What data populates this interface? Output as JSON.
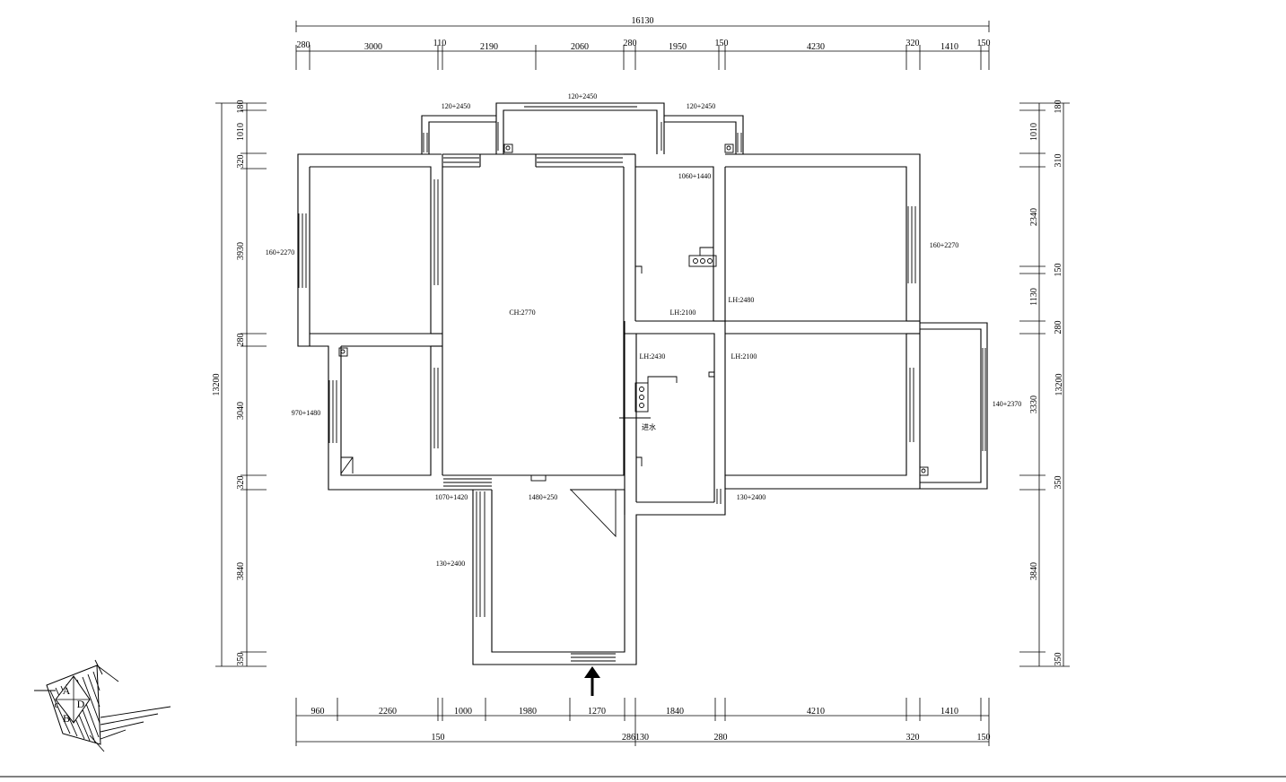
{
  "top_dims": {
    "total": "16130",
    "segments": [
      "280",
      "3000",
      "110",
      "2190",
      "2060",
      "280",
      "1950",
      "150",
      "4230",
      "320",
      "1410",
      "150"
    ]
  },
  "bottom_dims": {
    "segments": [
      "960",
      "2260",
      "1000",
      "1980",
      "1270",
      "1840",
      "4210",
      "1410"
    ],
    "lower": [
      "150",
      "28",
      "6130",
      "280",
      "320",
      "150"
    ]
  },
  "left_dims": {
    "total": "13200",
    "segments": [
      "180",
      "1010",
      "320",
      "3930",
      "280",
      "3040",
      "320",
      "3840",
      "350"
    ]
  },
  "right_dims": {
    "total": "13200",
    "segments": [
      "180",
      "1010",
      "310",
      "2340",
      "150",
      "1130",
      "280",
      "3330",
      "350",
      "3840",
      "350"
    ]
  },
  "labels": {
    "win_top_left": "120+2450",
    "win_top_center": "120+2450",
    "win_top_right": "120+2450",
    "win_left_upper": "160+2270",
    "win_left_lower": "970+1480",
    "win_right_upper": "160+2270",
    "win_right_lower": "140+2370",
    "door_bottom_left": "1070+1420",
    "door_bottom_center": "1480+250",
    "door_bottom_right": "130+2400",
    "balcony_left": "130+2400",
    "kitchen_window": "1060+1440",
    "living_height": "CH:2770",
    "lh_2480": "LH:2480",
    "lh_2100_a": "LH:2100",
    "lh_2430": "LH:2430",
    "lh_2100_b": "LH:2100",
    "water_inlet": "进水"
  },
  "compass": {
    "a": "A",
    "b": "B",
    "c": "c",
    "d": "D"
  }
}
